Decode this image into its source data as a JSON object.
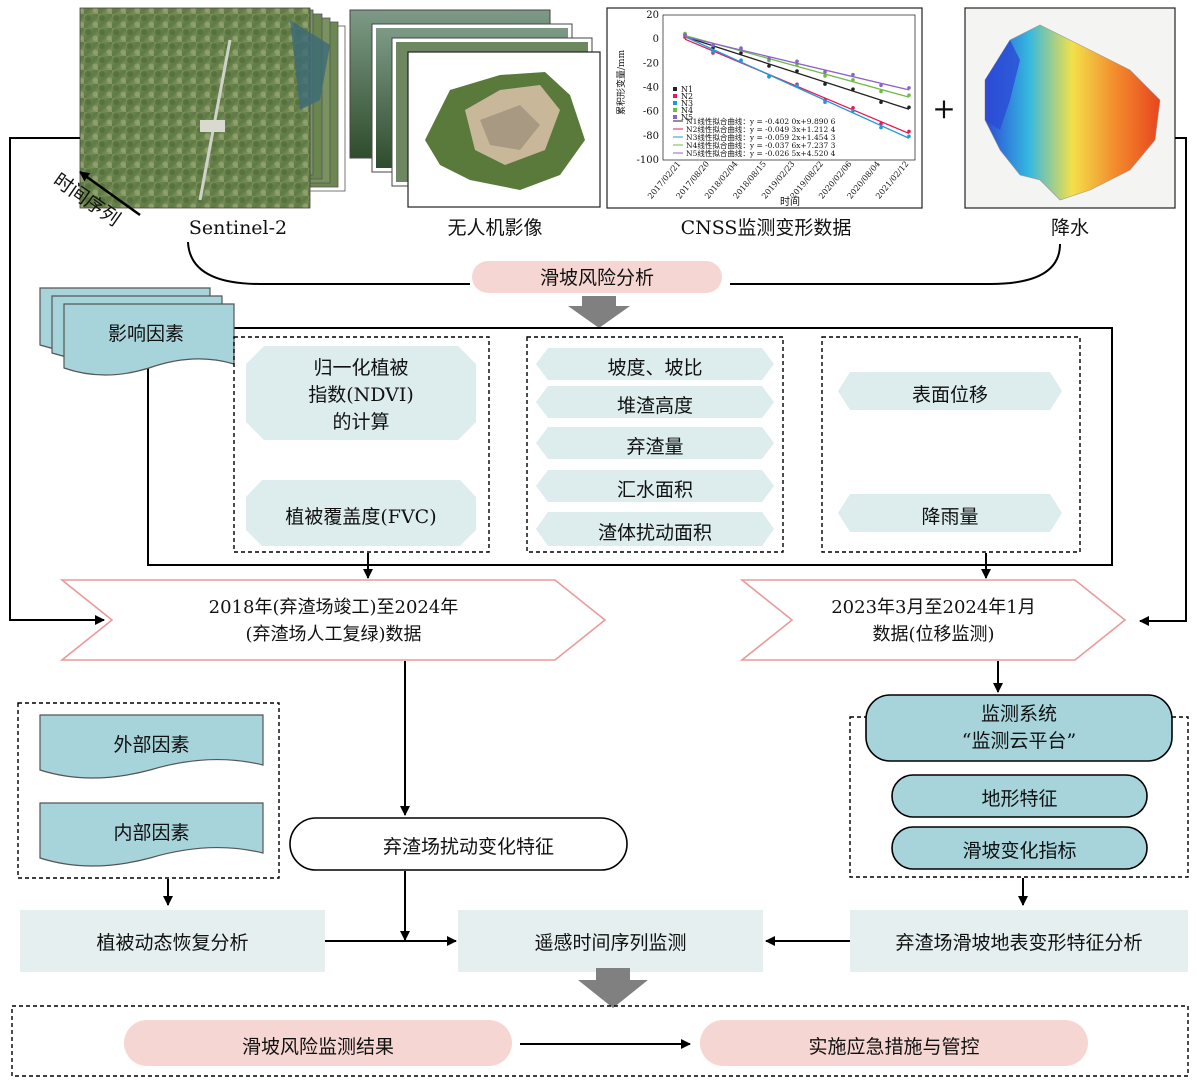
{
  "inputs": {
    "sentinel_label": "Sentinel-2",
    "time_series_label": "时间序列",
    "uav_label": "无人机影像",
    "gnss_label": "CNSS监测变形数据",
    "rain_label": "降水",
    "plus": "+"
  },
  "gnss_chart": {
    "ylabel": "累积形变量/mm",
    "xlabel": "时间",
    "yticks": [
      "20",
      "0",
      "-20",
      "-40",
      "-60",
      "-80",
      "-100"
    ],
    "xticks": [
      "2017/02/21",
      "2017/08/20",
      "2018/02/04",
      "2018/08/15",
      "2019/02/23",
      "2019/08/22",
      "2020/02/06",
      "2020/08/04",
      "2021/02/12"
    ],
    "legend": [
      "N1",
      "N2",
      "N3",
      "N4",
      "N5"
    ],
    "fits": [
      "N1线性拟合曲线：y = -0.402 0x+9.890 6",
      "N2线性拟合曲线：y = -0.049 3x+1.212 4",
      "N3线性拟合曲线：y = -0.059 2x+1.454 3",
      "N4线性拟合曲线：y = -0.037 6x+7.237 3",
      "N5线性拟合曲线：y = -0.026 5x+4.520 4"
    ],
    "colors": [
      "#222222",
      "#e8195a",
      "#1f9ad6",
      "#6dbd45",
      "#8b63c9"
    ]
  },
  "analysis_title": "滑坡风险分析",
  "factors": {
    "title": "影响因素",
    "group1": [
      "归一化植被\n指数(NDVI)\n的计算",
      "植被覆盖度(FVC)"
    ],
    "group2": [
      "坡度、坡比",
      "堆渣高度",
      "弃渣量",
      "汇水面积",
      "渣体扰动面积"
    ],
    "group3": [
      "表面位移",
      "降雨量"
    ]
  },
  "data_periods": {
    "left": "2018年(弃渣场竣工)至2024年\n(弃渣场人工复绿)数据",
    "right": "2023年3月至2024年1月\n数据(位移监测)"
  },
  "left_factors": [
    "外部因素",
    "内部因素"
  ],
  "monitoring_system": {
    "title": "监测系统\n“监测云平台”",
    "items": [
      "地形特征",
      "滑坡变化指标"
    ]
  },
  "disturbance": "弃渣场扰动变化特征",
  "bottom_row": {
    "left": "植被动态恢复分析",
    "center": "遥感时间序列监测",
    "right": "弃渣场滑坡地表变形特征分析"
  },
  "results": {
    "left": "滑坡风险监测结果",
    "right": "实施应急措施与管控"
  }
}
